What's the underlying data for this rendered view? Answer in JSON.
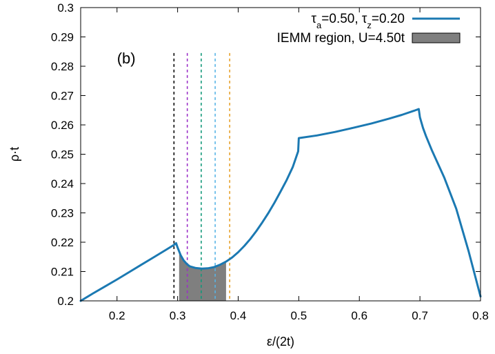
{
  "chart_data": {
    "type": "line",
    "panel_label": "(b)",
    "xlabel": "ε/(2t)",
    "ylabel": "ρ·t",
    "xlim": [
      0.14,
      0.8
    ],
    "ylim": [
      0.2,
      0.3
    ],
    "x_ticks": [
      0.2,
      0.3,
      0.4,
      0.5,
      0.6,
      0.7,
      0.8
    ],
    "y_ticks": [
      0.2,
      0.21,
      0.22,
      0.23,
      0.24,
      0.25,
      0.26,
      0.27,
      0.28,
      0.29,
      0.3
    ],
    "x_tick_labels": [
      "0.2",
      "0.3",
      "0.4",
      "0.5",
      "0.6",
      "0.7",
      "0.8"
    ],
    "y_tick_labels": [
      "0.2",
      "0.21",
      "0.22",
      "0.23",
      "0.24",
      "0.25",
      "0.26",
      "0.27",
      "0.28",
      "0.29",
      "0.3"
    ],
    "grid": false,
    "legend_position": "top-right",
    "series": [
      {
        "name": "τa=0.50, τz=0.20",
        "legend_parts": [
          {
            "text": "τ",
            "sub": false
          },
          {
            "text": "a",
            "sub": true
          },
          {
            "text": "=0.50, τ",
            "sub": false
          },
          {
            "text": "z",
            "sub": true
          },
          {
            "text": "=0.20",
            "sub": false
          }
        ],
        "color": "#1b79b2",
        "x": [
          0.14,
          0.16,
          0.18,
          0.2,
          0.22,
          0.24,
          0.26,
          0.28,
          0.295,
          0.2975,
          0.3,
          0.305,
          0.31,
          0.315,
          0.32,
          0.33,
          0.34,
          0.35,
          0.36,
          0.37,
          0.38,
          0.39,
          0.4,
          0.41,
          0.42,
          0.43,
          0.44,
          0.45,
          0.46,
          0.47,
          0.48,
          0.49,
          0.499,
          0.5,
          0.53,
          0.56,
          0.59,
          0.62,
          0.65,
          0.67,
          0.69,
          0.698,
          0.7,
          0.705,
          0.71,
          0.72,
          0.74,
          0.76,
          0.78,
          0.8
        ],
        "y": [
          0.2,
          0.2025,
          0.2049,
          0.2073,
          0.2098,
          0.2123,
          0.2148,
          0.2173,
          0.2192,
          0.2197,
          0.2182,
          0.2156,
          0.2138,
          0.2126,
          0.2118,
          0.2112,
          0.211,
          0.2111,
          0.2115,
          0.2123,
          0.2134,
          0.2148,
          0.2166,
          0.2187,
          0.2211,
          0.2238,
          0.2268,
          0.23,
          0.2335,
          0.2373,
          0.2412,
          0.2456,
          0.251,
          0.2555,
          0.2564,
          0.2576,
          0.259,
          0.2605,
          0.2622,
          0.2634,
          0.2648,
          0.2654,
          0.2626,
          0.259,
          0.2562,
          0.2512,
          0.2421,
          0.2314,
          0.2172,
          0.2015
        ]
      },
      {
        "name": "IEMM region, U=4.50t",
        "type": "area",
        "color": "#7f7f7f",
        "x": [
          0.3025,
          0.305,
          0.31,
          0.315,
          0.32,
          0.33,
          0.34,
          0.35,
          0.36,
          0.37,
          0.38
        ],
        "y": [
          0.2176,
          0.2156,
          0.2138,
          0.2126,
          0.2118,
          0.2112,
          0.211,
          0.2111,
          0.2115,
          0.2123,
          0.2134
        ]
      }
    ],
    "vertical_lines": [
      {
        "x": 0.294,
        "color": "#000000",
        "y_top": 0.2845
      },
      {
        "x": 0.316,
        "color": "#9b30c8",
        "y_top": 0.2845
      },
      {
        "x": 0.339,
        "color": "#11997a",
        "y_top": 0.2845
      },
      {
        "x": 0.362,
        "color": "#57b4e6",
        "y_top": 0.2845
      },
      {
        "x": 0.386,
        "color": "#e6a028",
        "y_top": 0.2845
      }
    ]
  }
}
